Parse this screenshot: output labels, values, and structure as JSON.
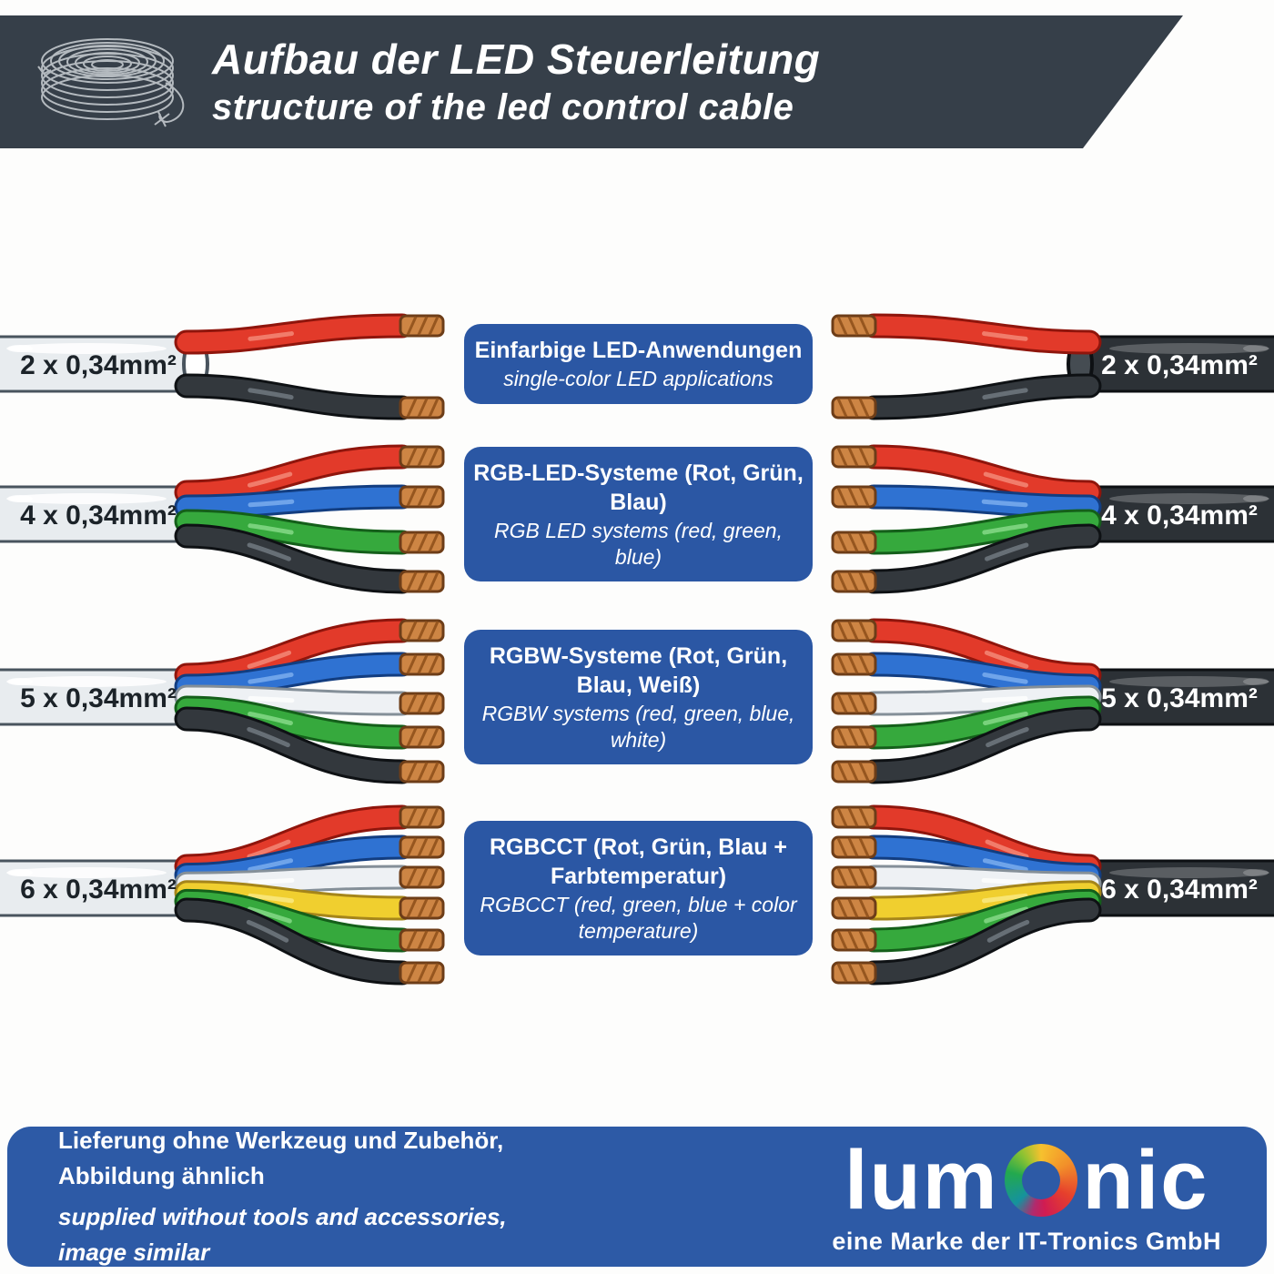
{
  "header": {
    "title_de": "Aufbau der LED Steuerleitung",
    "title_en": "structure of the led control cable",
    "icon": "cable-coil-icon"
  },
  "rows": [
    {
      "label": "2 x 0,34mm²",
      "box_title": "Einfarbige LED-Anwendungen",
      "box_subtitle": "single-color LED applications",
      "wires": [
        "red",
        "black"
      ]
    },
    {
      "label": "4 x 0,34mm²",
      "box_title": "RGB-LED-Systeme (Rot, Grün, Blau)",
      "box_subtitle": "RGB LED systems (red, green, blue)",
      "wires": [
        "red",
        "blue",
        "green",
        "black"
      ]
    },
    {
      "label": "5 x 0,34mm²",
      "box_title": "RGBW-Systeme (Rot, Grün, Blau, Weiß)",
      "box_subtitle": "RGBW systems (red, green, blue, white)",
      "wires": [
        "red",
        "blue",
        "white",
        "green",
        "black"
      ]
    },
    {
      "label": "6 x 0,34mm²",
      "box_title": "RGBCCT (Rot, Grün, Blau + Farbtemperatur)",
      "box_subtitle": "RGBCCT (red, green, blue + color temperature)",
      "wires": [
        "red",
        "blue",
        "white",
        "yellow",
        "green",
        "black"
      ]
    }
  ],
  "wire_palette": {
    "red": {
      "fill": "#e23a2a",
      "dark": "#8f150c",
      "light": "#f59382"
    },
    "black": {
      "fill": "#33383d",
      "dark": "#0e1114",
      "light": "#79828a"
    },
    "blue": {
      "fill": "#2f72d2",
      "dark": "#123d80",
      "light": "#85b6f2"
    },
    "green": {
      "fill": "#36a93d",
      "dark": "#145f1a",
      "light": "#90e092"
    },
    "white": {
      "fill": "#eef1f4",
      "dark": "#848f98",
      "light": "#ffffff"
    },
    "yellow": {
      "fill": "#f0cf2f",
      "dark": "#a5851a",
      "light": "#fbec8e"
    },
    "copper": {
      "fill": "#cd8544",
      "dark": "#6d3d18",
      "stripe": "#96561f"
    }
  },
  "sheath": {
    "white": {
      "fill": "#e8ecef",
      "dark": "#49545e",
      "inner": "#ffffff",
      "streak": "rgba(255,255,255,0.85)",
      "text": "#1c2329"
    },
    "black": {
      "fill": "#2c3136",
      "dark": "#0d1013",
      "inner": "#454c52",
      "streak": "rgba(255,255,255,0.22)",
      "text": "#ffffff"
    }
  },
  "footer": {
    "de_line1": "Lieferung ohne Werkzeug und Zubehör,",
    "de_line2": "Abbildung ähnlich",
    "en_line1": "supplied without tools and accessories,",
    "en_line2": "image similar",
    "tagline": "eine Marke der IT-Tronics GmbH"
  },
  "logo": {
    "prefix": "lum",
    "suffix": "nic",
    "ring_icon": "rainbow-ring-icon"
  },
  "colors": {
    "banner_dark": "#363f49",
    "info_box_blue": "#2b57a4",
    "footer_blue": "#2d5aa6"
  }
}
